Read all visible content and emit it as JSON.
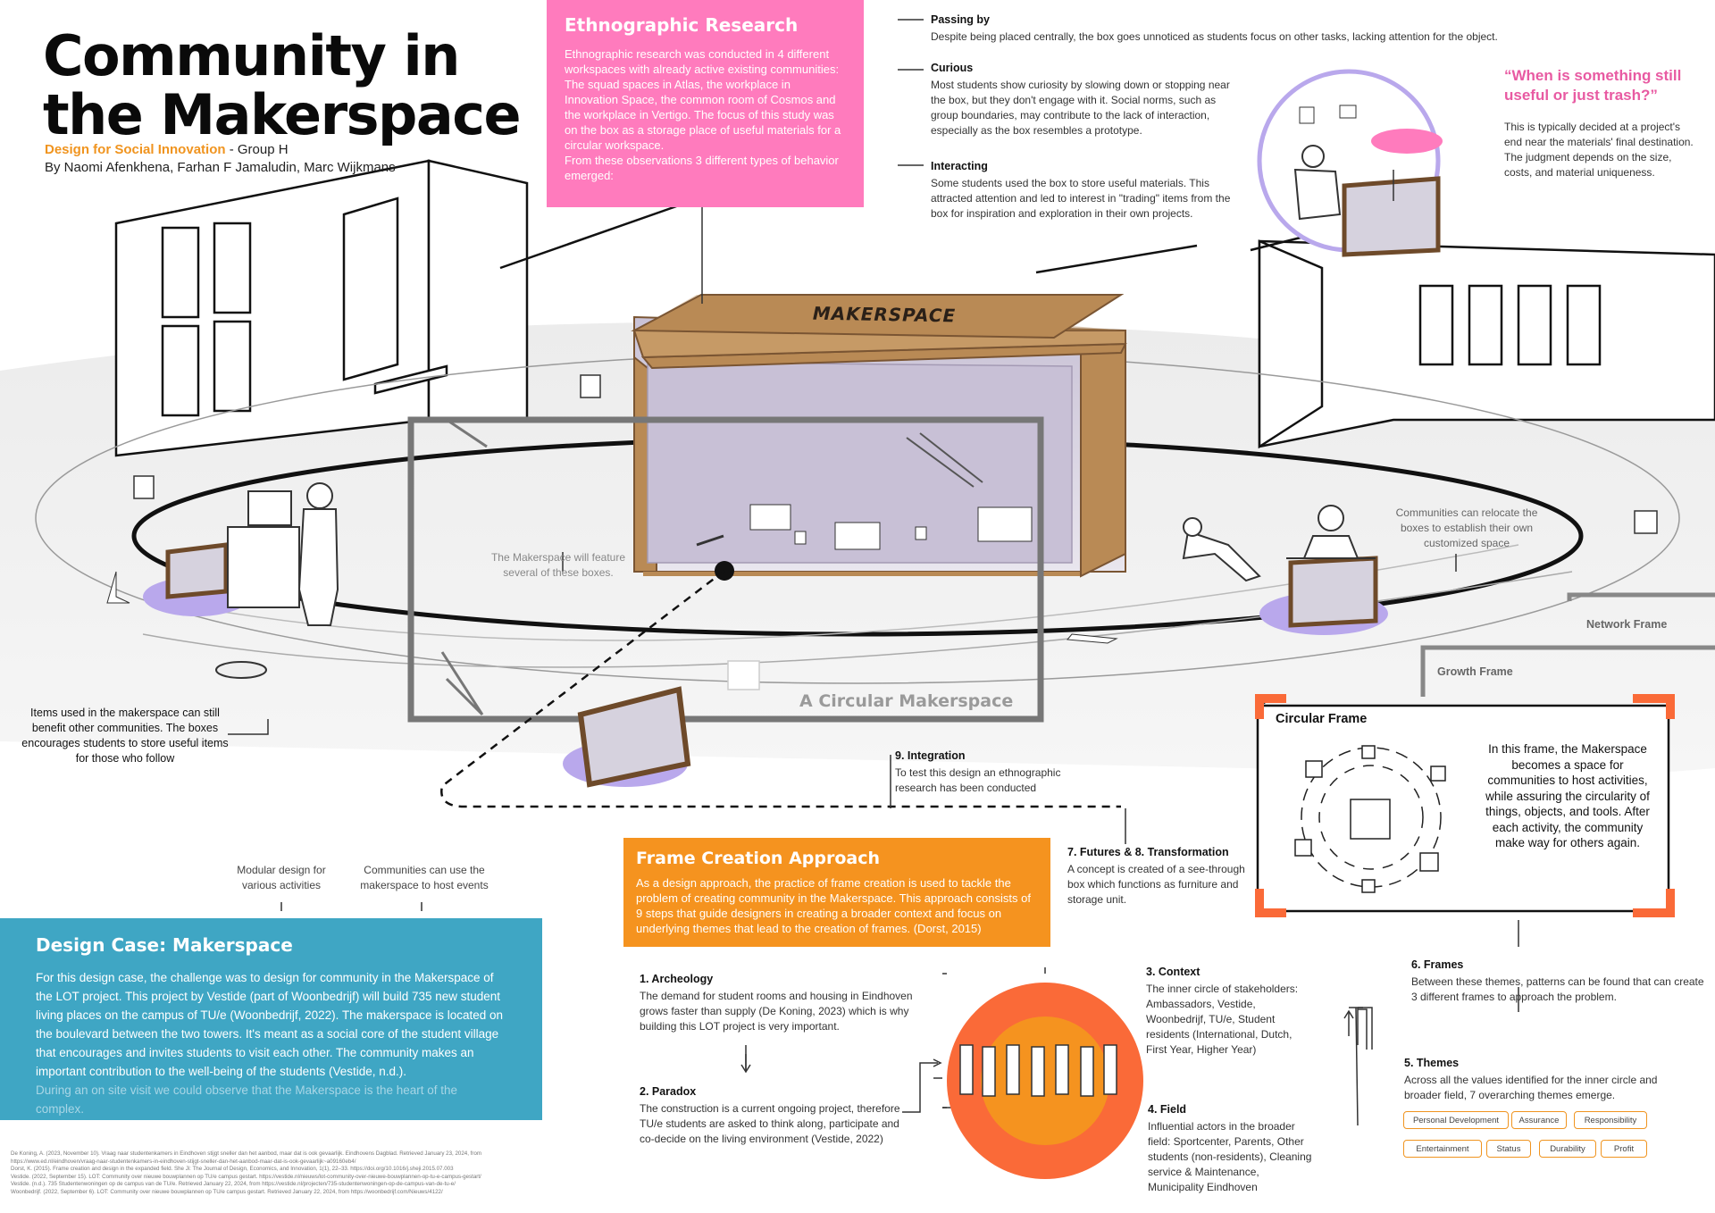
{
  "title": {
    "line1": "Community in",
    "line2": "the Makerspace"
  },
  "subtitle": {
    "course": "Design for Social Innovation",
    "group": " - Group H",
    "authors": "By Naomi Afenkhena, Farhan F Jamaludin, Marc Wijkmans"
  },
  "ethnographic": {
    "heading": "Ethnographic Research",
    "body": "Ethnographic research was conducted in 4 different workspaces with already active existing communities: The squad spaces in Atlas, the workplace in Innovation Space, the common room of Cosmos and the workplace in Vertigo. The focus of this study was on the box as a storage place of useful materials for a circular workspace.",
    "body2": "From these observations 3 different types of behavior emerged:"
  },
  "behaviors": [
    {
      "title": "Passing by",
      "text": "Despite being placed centrally, the box goes unnoticed as students focus on other tasks, lacking attention for the object."
    },
    {
      "title": "Curious",
      "text": "Most students show curiosity by slowing down or stopping near the box, but they don't engage with it. Social norms, such as group boundaries, may contribute to the lack of interaction, especially as the box resembles a prototype."
    },
    {
      "title": "Interacting",
      "text": "Some students used the box to store useful materials. This attracted attention and led to interest in \"trading\" items from the box for inspiration and exploration in their own projects."
    }
  ],
  "quote": {
    "text": "“When is something still useful or just trash?”",
    "body": "This is typically decided at a project's end near the materials' final destination. The judgment depends on the size, costs, and material uniqueness."
  },
  "illustration": {
    "box_label": "MAKERSPACE",
    "feature_note": "The Makerspace will feature several of these boxes.",
    "relocate_note": "Communities can relocate the boxes to establish their own customized space",
    "items_note": "Items used in the makerspace can still benefit other communities. The boxes encourages students to store useful items for those who follow",
    "circular_label": "A Circular Makerspace"
  },
  "frames": {
    "network": "Network Frame",
    "growth": "Growth Frame",
    "circular": "Circular Frame",
    "circular_text": "In this frame, the Makerspace becomes a space for communities to host activities, while assuring the circularity of things, objects, and tools. After each activity, the community make way for others again."
  },
  "steps": {
    "integration": {
      "title": "9. Integration",
      "text": "To test this design an ethnographic research has been conducted"
    },
    "futures": {
      "title": "7. Futures & 8. Transformation",
      "text": "A concept is created of a see-through box which functions as furniture and storage unit."
    },
    "frames": {
      "title": "6. Frames",
      "text": "Between these themes, patterns can be found that can create 3 different frames to approach the problem."
    },
    "themes": {
      "title": "5. Themes",
      "text": "Across all the values identified for the inner circle and broader field, 7 overarching themes emerge."
    },
    "archeology": {
      "title": "1. Archeology",
      "text": "The demand for student rooms and housing in Eindhoven grows faster than supply (De Koning, 2023) which is why building this LOT project is very important."
    },
    "paradox": {
      "title": "2. Paradox",
      "text": "The construction is a current ongoing project, therefore TU/e students are asked to think along, participate and co-decide on the living environment (Vestide, 2022)"
    },
    "context": {
      "title": "3. Context",
      "text": "The inner circle of stakeholders: Ambassadors, Vestide, Woonbedrijf, TU/e, Student residents (International, Dutch, First Year, Higher Year)"
    },
    "field": {
      "title": "4. Field",
      "text": "Influential actors in the broader field: Sportcenter, Parents, Other students (non-residents), Cleaning service & Maintenance, Municipality Eindhoven"
    }
  },
  "theme_tags": [
    "Personal Development",
    "Assurance",
    "Responsibility",
    "Entertainment",
    "Status",
    "Durability",
    "Profit"
  ],
  "frame_creation": {
    "heading": "Frame Creation Approach",
    "body": "As a design approach, the practice of frame creation is used to tackle the problem of creating community in the Makerspace. This approach consists of 9 steps that guide designers in creating a broader context and focus on underlying themes that lead to the creation of frames. (Dorst, 2015)"
  },
  "design_case": {
    "heading": "Design Case: Makerspace",
    "body": "For this design case, the challenge was to design for community in the Makerspace of the LOT project. This project by Vestide (part of Woonbedrijf) will build 735 new student living places on the campus of TU/e (Woonbedrijf, 2022). The makerspace is located on the boulevard between the two towers. It's meant as a social core of the student village that encourages and invites students to visit each other.  The community makes an important contribution to the well-being of the students (Vestide, n.d.).",
    "body2": "During an on site visit we could observe that the Makerspace is the heart of the complex."
  },
  "callouts": {
    "modular": "Modular design for various activities",
    "host": "Communities can use the makerspace to host events"
  },
  "references": [
    "De Koning, A. (2023, November 10). Vraag naar studentenkamers in Eindhoven stijgt sneller dan het aanbod, maar dat is ook gevaarlijk. Eindhovens Dagblad. Retrieved January 23, 2024, from https://www.ed.nl/eindhoven/vraag-naar-studentenkamers-in-eindhoven-stijgt-sneller-dan-het-aanbod-maar-dat-is-ook-gevaarlijk~a09160eb4/",
    "Dorst, K. (2015). Frame creation and design in the expanded field. She Ji: The Journal of Design, Economics, and Innovation, 1(1), 22–33. https://doi.org/10.1016/j.sheji.2015.07.003",
    "Vestide. (2022, September 15). LOT: Community over nieuwe bouwplannen op TU/e campus gestart. https://vestide.nl/nieuws/lot-community-over-nieuwe-bouwplannen-op-tu-e-campus-gestart/",
    "Vestide. (n.d.). 735 Studentenwoningen op de campus van de TU/e. Retrieved January 22, 2024, from https://vestide.nl/projecten/735-studentenwoningen-op-de-campus-van-de-tu-e/",
    "Woonbedrijf. (2022, September 6). LOT: Community over nieuwe bouwplannen op TU/e campus gestart. Retrieved January 22, 2024, from https://woonbedrijf.com/Nieuws/4122/"
  ],
  "colors": {
    "pink": "#ff7bbd",
    "orange": "#f5931f",
    "teal": "#3fa6c4",
    "lavender": "#b9a8ec",
    "box_brown": "#b98a55",
    "frame_orange": "#fa6a38"
  }
}
